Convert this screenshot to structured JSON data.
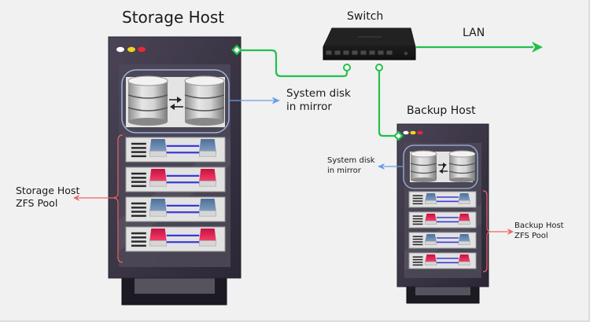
{
  "diagram": {
    "storage_host": {
      "title": "Storage Host",
      "status_leds": [
        "#ffffff",
        "#f2d21b",
        "#e8283a"
      ],
      "system_disk_label_line1": "System disk",
      "system_disk_label_line2": "in mirror",
      "pool_label_line1": "Storage Host",
      "pool_label_line2": "ZFS Pool",
      "pool_drive_colors": [
        "blue",
        "red",
        "blue",
        "red"
      ]
    },
    "backup_host": {
      "title": "Backup Host",
      "status_leds": [
        "#ffffff",
        "#f2d21b",
        "#e8283a"
      ],
      "system_disk_label_line1": "System disk",
      "system_disk_label_line2": "in mirror",
      "pool_label_line1": "Backup Host",
      "pool_label_line2": "ZFS Pool",
      "pool_drive_colors": [
        "blue",
        "red",
        "blue",
        "red"
      ]
    },
    "switch": {
      "title": "Switch",
      "port_count": 8
    },
    "lan": {
      "label": "LAN"
    },
    "colors": {
      "network_link": "#22c04a",
      "system_disk_arrow": "#6a9ee8",
      "pool_arrow": "#f06468",
      "rack_body": "#3e3848",
      "drive_blue": "#5b7ea8",
      "drive_red": "#e0204e"
    }
  }
}
